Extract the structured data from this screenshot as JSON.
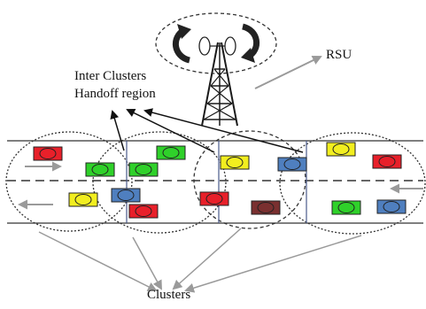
{
  "labels": {
    "rsu": "RSU",
    "handoff_line1": "Inter Clusters",
    "handoff_line2": "Handoff region",
    "clusters": "Clusters"
  },
  "colors": {
    "red": "#e8202a",
    "green": "#2fd12a",
    "yellow": "#f2ee1f",
    "blue": "#4f7fbf",
    "maroon": "#7a3030",
    "arrow_gray": "#9a9a9a",
    "tower": "#1a1a1a"
  },
  "vehicles": [
    {
      "id": "v1",
      "color": "red"
    },
    {
      "id": "v2",
      "color": "green"
    },
    {
      "id": "v3",
      "color": "green"
    },
    {
      "id": "v4",
      "color": "green"
    },
    {
      "id": "v5",
      "color": "yellow"
    },
    {
      "id": "v6",
      "color": "blue"
    },
    {
      "id": "v7",
      "color": "yellow"
    },
    {
      "id": "v8",
      "color": "red"
    },
    {
      "id": "v9",
      "color": "yellow"
    },
    {
      "id": "v10",
      "color": "blue"
    },
    {
      "id": "v11",
      "color": "red"
    },
    {
      "id": "v12",
      "color": "red"
    },
    {
      "id": "v13",
      "color": "maroon"
    },
    {
      "id": "v14",
      "color": "green"
    },
    {
      "id": "v15",
      "color": "blue"
    }
  ],
  "icons": [
    "tower-icon",
    "rotate-arrow-left-icon",
    "rotate-arrow-right-icon",
    "antenna-dish-icon"
  ]
}
